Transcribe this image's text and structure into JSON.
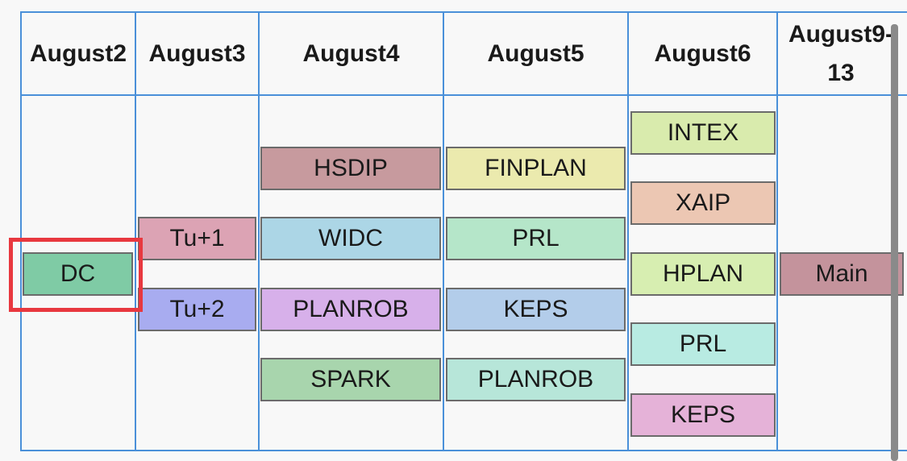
{
  "schedule": {
    "columns": [
      {
        "label": "August2"
      },
      {
        "label": "August3"
      },
      {
        "label": "August4"
      },
      {
        "label": "August5"
      },
      {
        "label": "August6"
      },
      {
        "label": "August9-\n13"
      }
    ],
    "events": {
      "aug2": [
        {
          "label": "DC",
          "color": "#7fcba5",
          "selected": true
        }
      ],
      "aug3": [
        {
          "label": "Tu+1",
          "color": "#dca3b4"
        },
        {
          "label": "Tu+2",
          "color": "#a8acf0"
        }
      ],
      "aug4": [
        {
          "label": "HSDIP",
          "color": "#c79a9e"
        },
        {
          "label": "WIDC",
          "color": "#acd6e6"
        },
        {
          "label": "PLANROB",
          "color": "#d7b0ea"
        },
        {
          "label": "SPARK",
          "color": "#a8d5ad"
        }
      ],
      "aug5": [
        {
          "label": "FINPLAN",
          "color": "#ebeaae"
        },
        {
          "label": "PRL",
          "color": "#b5e6c9"
        },
        {
          "label": "KEPS",
          "color": "#b3cdea"
        },
        {
          "label": "PLANROB",
          "color": "#b7e6d9"
        }
      ],
      "aug6": [
        {
          "label": "INTEX",
          "color": "#d9ebad"
        },
        {
          "label": "XAIP",
          "color": "#ecc7b3"
        },
        {
          "label": "HPLAN",
          "color": "#d7eeb1"
        },
        {
          "label": "PRL",
          "color": "#b8ebe2"
        },
        {
          "label": "KEPS",
          "color": "#e5b2d8"
        }
      ],
      "aug9_13": [
        {
          "label": "Main",
          "color": "#c4939c"
        }
      ]
    }
  },
  "colors": {
    "grid": "#4a90d9",
    "selection": "#e8383f",
    "background": "#f8f8f8"
  }
}
